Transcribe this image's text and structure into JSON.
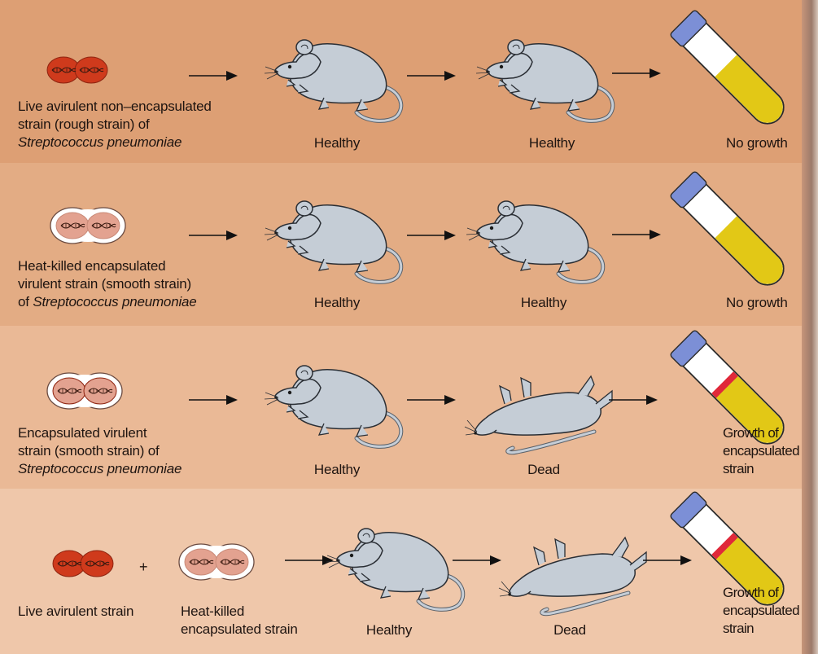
{
  "rows": [
    {
      "source": {
        "line1": "Live avirulent non–encapsulated",
        "line2": "strain (rough strain) of",
        "line3": "Streptococcus pneumoniae"
      },
      "mouse1": "Healthy",
      "mouse2": "Healthy",
      "result": {
        "line1": "No growth",
        "line2": "",
        "line3": ""
      }
    },
    {
      "source": {
        "line1": "Heat-killed encapsulated",
        "line2": "virulent strain (smooth strain)",
        "line3_prefix": "of ",
        "line3": "Streptococcus pneumoniae"
      },
      "mouse1": "Healthy",
      "mouse2": "Healthy",
      "result": {
        "line1": "No growth",
        "line2": "",
        "line3": ""
      }
    },
    {
      "source": {
        "line1": "Encapsulated virulent",
        "line2": "strain (smooth strain) of",
        "line3": "Streptococcus pneumoniae"
      },
      "mouse1": "Healthy",
      "mouse2": "Dead",
      "result": {
        "line1": "Growth of",
        "line2": "encapsulated",
        "line3": "strain"
      }
    },
    {
      "source_a": "Live avirulent strain",
      "plus": "+",
      "source_b": {
        "line1": "Heat-killed",
        "line2": "encapsulated strain"
      },
      "mouse1": "Healthy",
      "mouse2": "Dead",
      "result": {
        "line1": "Growth of",
        "line2": "encapsulated",
        "line3": "strain"
      }
    }
  ],
  "colors": {
    "live_cell": "#cf3a1c",
    "killed_cell": "#e3a290",
    "mouse": "#c5cdd6",
    "broth": "#e2c816",
    "colony_band": "#e0283a",
    "tube_cap": "#7c8fd6"
  }
}
